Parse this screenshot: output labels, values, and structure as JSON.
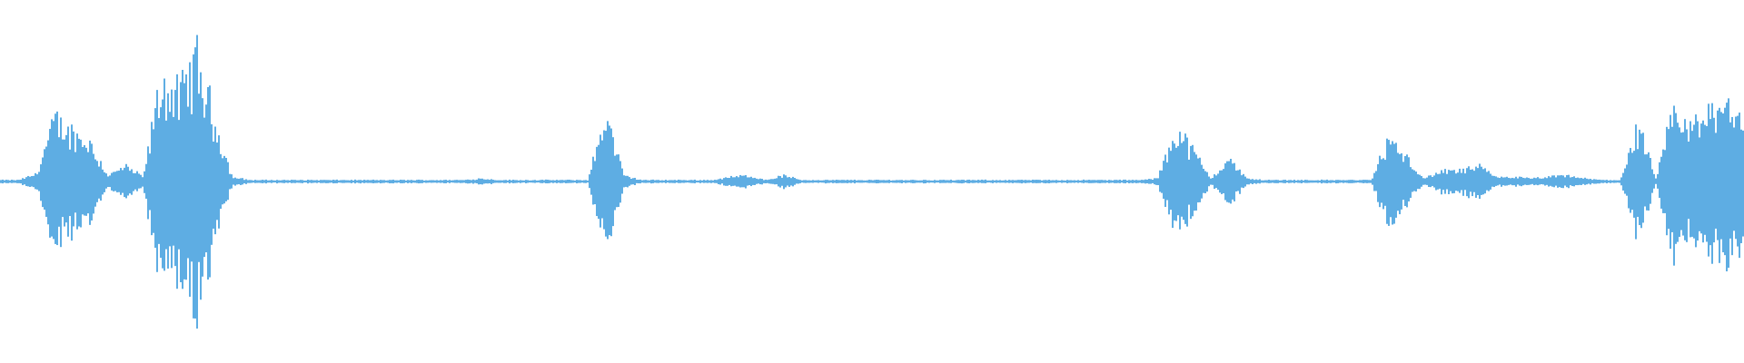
{
  "chart_data": {
    "type": "waveform",
    "color": "#5eade3",
    "background": "#ffffff",
    "amplitude_range": [
      -1,
      1
    ],
    "envelope": [
      0.01,
      0.01,
      0.05,
      0.4,
      0.32,
      0.26,
      0.04,
      0.1,
      0.03,
      0.65,
      0.55,
      0.8,
      0.4,
      0.03,
      0.01,
      0.01,
      0.01,
      0.01,
      0.01,
      0.01,
      0.01,
      0.01,
      0.01,
      0.01,
      0.01,
      0.01,
      0.01,
      0.02,
      0.01,
      0.01,
      0.01,
      0.01,
      0.01,
      0.01,
      0.45,
      0.04,
      0.01,
      0.01,
      0.01,
      0.01,
      0.01,
      0.03,
      0.04,
      0.01,
      0.04,
      0.01,
      0.01,
      0.01,
      0.01,
      0.01,
      0.01,
      0.01,
      0.01,
      0.01,
      0.01,
      0.01,
      0.01,
      0.01,
      0.01,
      0.01,
      0.01,
      0.01,
      0.01,
      0.01,
      0.01,
      0.02,
      0.35,
      0.2,
      0.02,
      0.15,
      0.02,
      0.01,
      0.01,
      0.01,
      0.01,
      0.01,
      0.01,
      0.01,
      0.28,
      0.15,
      0.02,
      0.07,
      0.07,
      0.1,
      0.03,
      0.03,
      0.02,
      0.03,
      0.04,
      0.02,
      0.01,
      0.01,
      0.35,
      0.02,
      0.45,
      0.35,
      0.45,
      0.55,
      0.4
    ]
  }
}
